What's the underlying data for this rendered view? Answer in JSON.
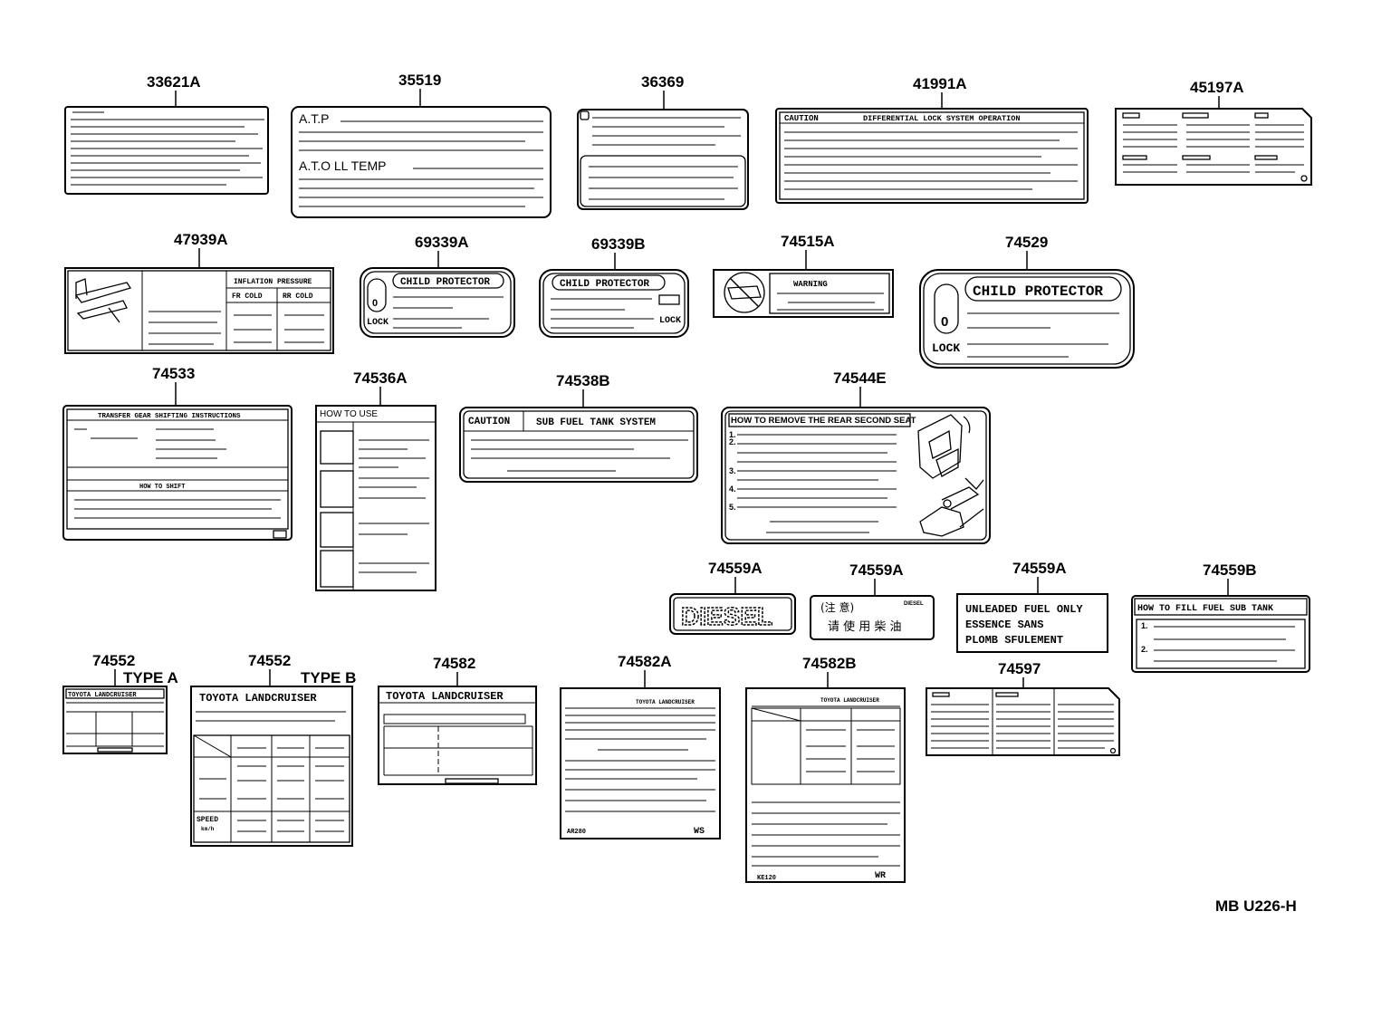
{
  "parts": {
    "p33621A": "33621A",
    "p35519": "35519",
    "p36369": "36369",
    "p41991A": "41991A",
    "p45197A": "45197A",
    "p47939A": "47939A",
    "p69339A": "69339A",
    "p69339B": "69339B",
    "p74515A": "74515A",
    "p74529": "74529",
    "p74533": "74533",
    "p74536A": "74536A",
    "p74538B": "74538B",
    "p74544E": "74544E",
    "p74559A_1": "74559A",
    "p74559A_2": "74559A",
    "p74559A_3": "74559A",
    "p74559B": "74559B",
    "p74552A": "74552",
    "p74552B": "74552",
    "p74582": "74582",
    "p74582A": "74582A",
    "p74582B": "74582B",
    "p74597": "74597"
  },
  "variants": {
    "type_a": "TYPE  A",
    "type_b": "TYPE  B"
  },
  "labels": {
    "atp": "A.T.P",
    "at_oil_temp": "A.T.O LL TEMP",
    "caution": "CAUTION",
    "diff_lock": "DIFFERENTIAL LOCK SYSTEM OPERATION",
    "inflation_pressure": "INFLATION PRESSURE",
    "fr_cold": "FR COLD",
    "rr_cold": "RR COLD",
    "child_protector": "CHILD PROTECTOR",
    "lock": "LOCK",
    "warning": "WARNING",
    "transfer_shifting": "TRANSFER GEAR SHIFTING INSTRUCTIONS",
    "how_to_shift": "HOW TO SHIFT",
    "how_to_use": "HOW TO USE",
    "caution2": "CAUTION",
    "sub_fuel_tank": "SUB FUEL TANK SYSTEM",
    "remove_seat": "HOW TO REMOVE THE REAR SECOND SEAT",
    "steps": [
      "1.",
      "2.",
      "3.",
      "4.",
      "5."
    ],
    "diesel": "DIESEL",
    "cn_caution": "(注 意)",
    "cn_diesel_small": "DIESEL",
    "cn_use_diesel": "请 使 用 柴 油",
    "unleaded": "UNLEADED FUEL ONLY",
    "essence": "ESSENCE SANS",
    "plomb": "PLOMB SFULEMENT",
    "fill_sub_tank": "HOW TO FILL FUEL SUB TANK",
    "fill_steps": [
      "1.",
      "2."
    ],
    "landcruiser": "TOYOTA  LANDCRUISER",
    "landcruiser_small": "TOYOTA  LANDCRUISER",
    "speed": "SPEED",
    "kmh": "km/h",
    "code_582a": "AR280",
    "suffix_582a": "WS",
    "code_582b": "KE120",
    "suffix_582b": "WR",
    "zero": "0"
  },
  "footer": {
    "code": "MB  U226-H"
  }
}
